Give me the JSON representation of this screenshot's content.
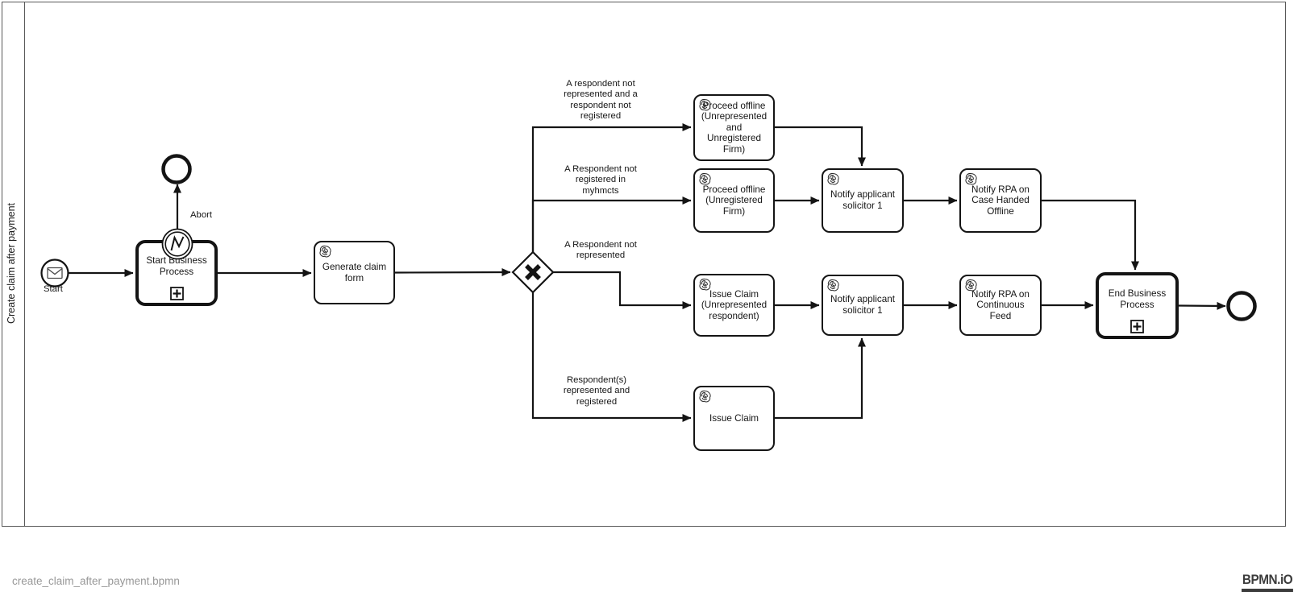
{
  "app": {
    "name": "bpmn.io viewer",
    "diagram_type": "BPMN process diagram"
  },
  "pool": {
    "label": "Create claim after payment"
  },
  "nodes": {
    "start_event": {
      "type": "message-start-event",
      "label": "Start",
      "icon": "envelope-icon"
    },
    "start_business_process": {
      "type": "call-activity",
      "label": "Start Business\nProcess",
      "marker": "plus-square"
    },
    "abort_boundary_event": {
      "type": "error-boundary-event",
      "icon": "error-zigzag-icon"
    },
    "abort_end_event": {
      "type": "end-event",
      "label": "Abort"
    },
    "generate_claim_form": {
      "type": "task",
      "label": "Generate claim\nform",
      "icon": "scribble-service-icon"
    },
    "exclusive_gateway": {
      "type": "exclusive-gateway",
      "marker": "x-cross"
    },
    "proceed_offline_unrep_unreg": {
      "type": "task",
      "label": "Proceed offline\n(Unrepresented\nand\nUnregistered\nFirm)",
      "icon": "scribble-service-icon"
    },
    "proceed_offline_unreg": {
      "type": "task",
      "label": "Proceed offline\n(Unregistered\nFirm)",
      "icon": "scribble-service-icon"
    },
    "notify_applicant_solicitor_1a": {
      "type": "task",
      "label": "Notify applicant\nsolicitor 1",
      "icon": "scribble-service-icon"
    },
    "notify_rpa_case_handed_offline": {
      "type": "task",
      "label": "Notify RPA on\nCase Handed\nOffline",
      "icon": "scribble-service-icon"
    },
    "issue_claim_unrepresented": {
      "type": "task",
      "label": "Issue Claim\n(Unrepresented\nrespondent)",
      "icon": "scribble-service-icon"
    },
    "notify_applicant_solicitor_1b": {
      "type": "task",
      "label": "Notify applicant\nsolicitor 1",
      "icon": "scribble-service-icon"
    },
    "notify_rpa_continuous_feed": {
      "type": "task",
      "label": "Notify RPA on\nContinuous\nFeed",
      "icon": "scribble-service-icon"
    },
    "issue_claim": {
      "type": "task",
      "label": "Issue Claim",
      "icon": "scribble-service-icon"
    },
    "end_business_process": {
      "type": "call-activity",
      "label": "End Business\nProcess",
      "marker": "plus-square"
    },
    "end_event": {
      "type": "end-event",
      "label": ""
    }
  },
  "flow_labels": {
    "respondent_not_represented_and_not_registered": "A respondent not\nrepresented and a\nrespondent not\nregistered",
    "respondent_not_registered_in_myhmcts": "A Respondent not\nregistered in\nmyhmcts",
    "respondent_not_represented": "A Respondent not\nrepresented",
    "respondents_represented_and_registered": "Respondent(s)\nrepresented and\nregistered"
  },
  "footer": {
    "filename": "create_claim_after_payment.bpmn",
    "logo": "BPMN.iO"
  },
  "colors": {
    "shape_stroke": "#141414",
    "pool_border": "#585858",
    "filename_text": "#989898",
    "logo": "#3c3c3c",
    "background": "#ffffff"
  }
}
